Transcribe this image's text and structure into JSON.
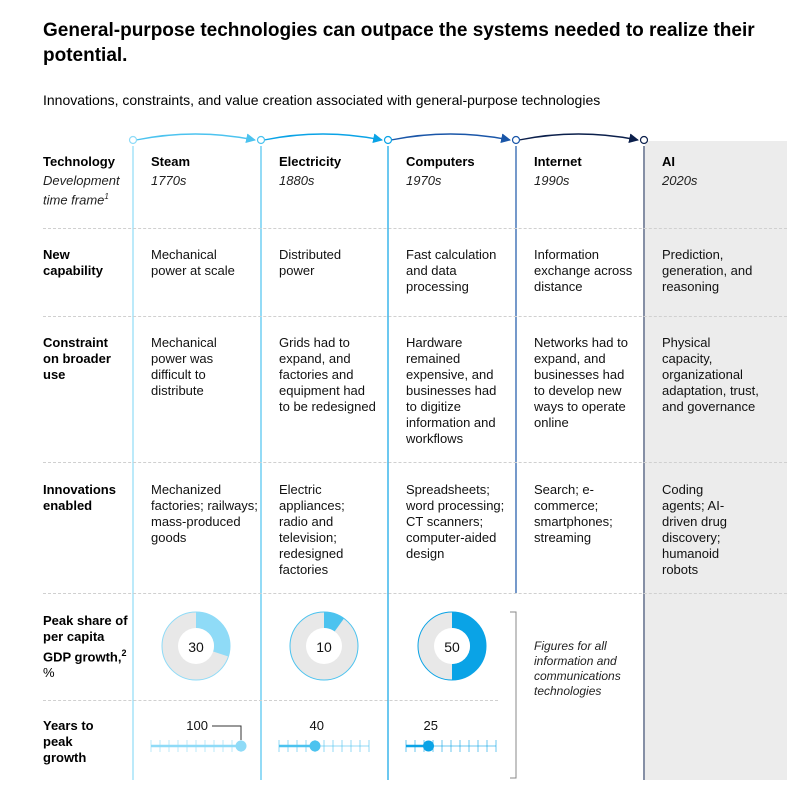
{
  "title": "General-purpose technologies can outpace the systems needed to realize their potential.",
  "subtitle": "Innovations, constraints, and value creation associated with general-purpose technologies",
  "row_labels": {
    "technology": "Technology",
    "timeframe": "Development time frame",
    "timeframe_note": "1",
    "capability": "New capability",
    "constraint": "Constraint on broader use",
    "innovations": "Innovations enabled",
    "gdp_share": "Peak share of per capita GDP growth,",
    "gdp_share_note": "2",
    "gdp_unit": "%",
    "years": "Years to peak growth"
  },
  "technologies": [
    {
      "name": "Steam",
      "era": "1770s",
      "capability": "Mechanical power at scale",
      "constraint": "Mechanical power was difficult to distribute",
      "innovations": "Mechanized factories; railways; mass-produced goods"
    },
    {
      "name": "Electricity",
      "era": "1880s",
      "capability": "Distributed power",
      "constraint": "Grids had to expand, and factories and equipment had to be redesigned",
      "innovations": "Electric appliances; radio and television; redesigned factories"
    },
    {
      "name": "Computers",
      "era": "1970s",
      "capability": "Fast calculation and data processing",
      "constraint": "Hardware remained expensive, and businesses had to digitize information and workflows",
      "innovations": "Spreadsheets; word processing; CT scanners; computer-aided design"
    },
    {
      "name": "Internet",
      "era": "1990s",
      "capability": "Information exchange across distance",
      "constraint": "Networks had to expand, and businesses had to develop new ways to operate online",
      "innovations": "Search; e-commerce; smartphones; streaming"
    },
    {
      "name": "AI",
      "era": "2020s",
      "capability": "Prediction, generation, and reasoning",
      "constraint": "Physical capacity, organizational adaptation, trust, and governance",
      "innovations": "Coding agents; AI-driven drug discovery; humanoid robots"
    }
  ],
  "ict_note": "Figures for all information and communications technologies",
  "chart_data": {
    "type": "table",
    "categories": [
      "Steam",
      "Electricity",
      "Computers"
    ],
    "series": [
      {
        "name": "Peak share of per capita GDP growth, %",
        "values": [
          30,
          10,
          50
        ]
      },
      {
        "name": "Years to peak growth",
        "values": [
          100,
          40,
          25
        ]
      }
    ],
    "years_scale_max": 100
  },
  "colors": {
    "steam": "#8fdbf7",
    "electricity": "#4cc3ef",
    "computers": "#0aa3e6",
    "internet": "#1a56a8",
    "ai": "#0b1f4b",
    "donut_bg": "#e8e8e8",
    "ai_column_bg": "#ececec"
  }
}
